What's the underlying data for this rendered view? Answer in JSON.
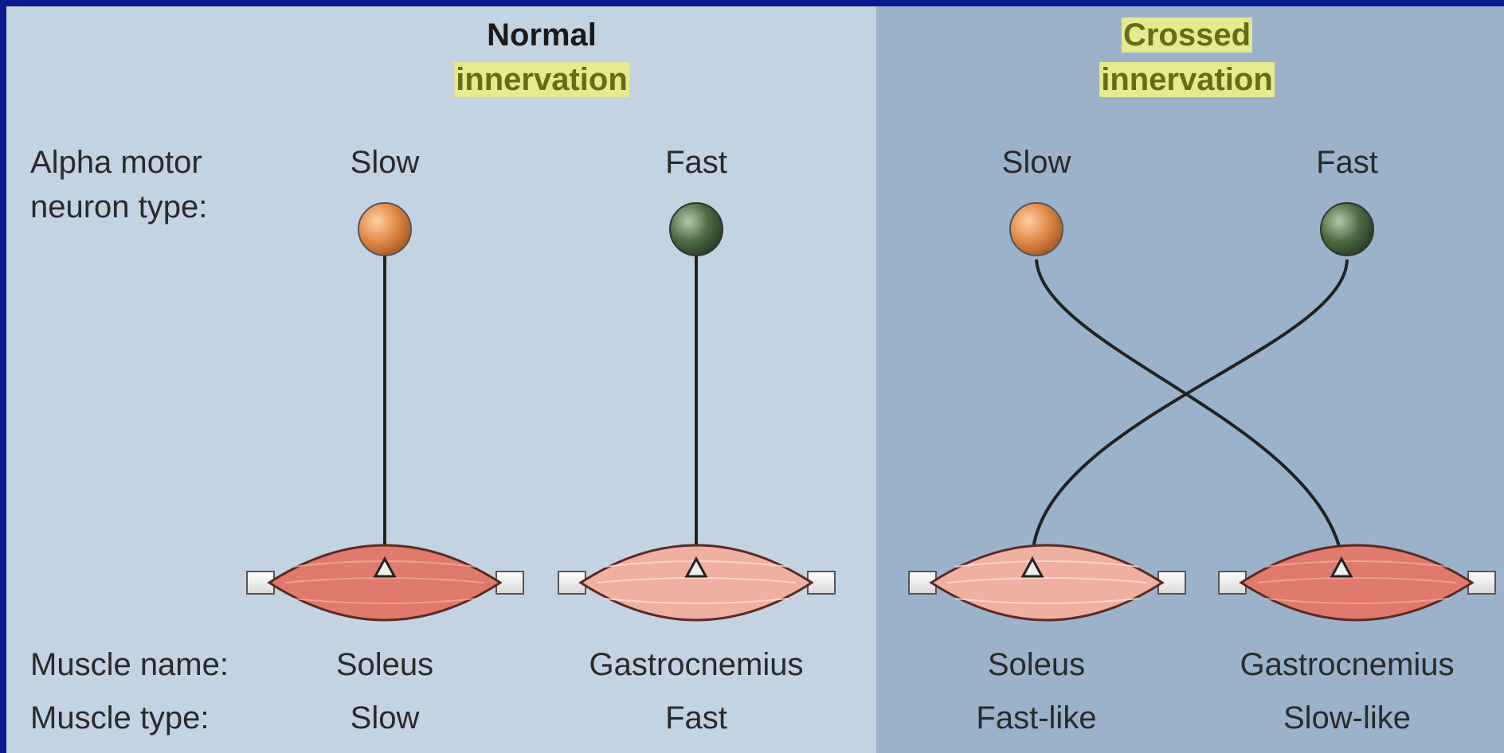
{
  "panels": {
    "normal": {
      "title_line1": "Normal",
      "title_line2": "innervation",
      "neurons": [
        {
          "type_label": "Slow",
          "color": "#e08a4a"
        },
        {
          "type_label": "Fast",
          "color": "#4e6b44"
        }
      ],
      "muscles": [
        {
          "name": "Soleus",
          "type": "Slow",
          "fill": "#e07a6c"
        },
        {
          "name": "Gastrocnemius",
          "type": "Fast",
          "fill": "#efb0a2"
        }
      ]
    },
    "crossed": {
      "title_line1": "Crossed",
      "title_line2": "innervation",
      "neurons": [
        {
          "type_label": "Slow",
          "color": "#e08a4a"
        },
        {
          "type_label": "Fast",
          "color": "#4e6b44"
        }
      ],
      "muscles": [
        {
          "name": "Soleus",
          "type": "Fast-like",
          "fill": "#efb0a2"
        },
        {
          "name": "Gastrocnemius",
          "type": "Slow-like",
          "fill": "#e07a6c"
        }
      ]
    }
  },
  "row_labels": {
    "neuron_type_line1": "Alpha motor",
    "neuron_type_line2": "neuron type:",
    "muscle_name": "Muscle name:",
    "muscle_type": "Muscle type:"
  },
  "colors": {
    "slow_neuron": "#e08a4a",
    "fast_neuron": "#4e6b44",
    "slow_muscle": "#e07a6c",
    "fast_muscle": "#efb0a2",
    "highlight": "#e4ea8e"
  }
}
